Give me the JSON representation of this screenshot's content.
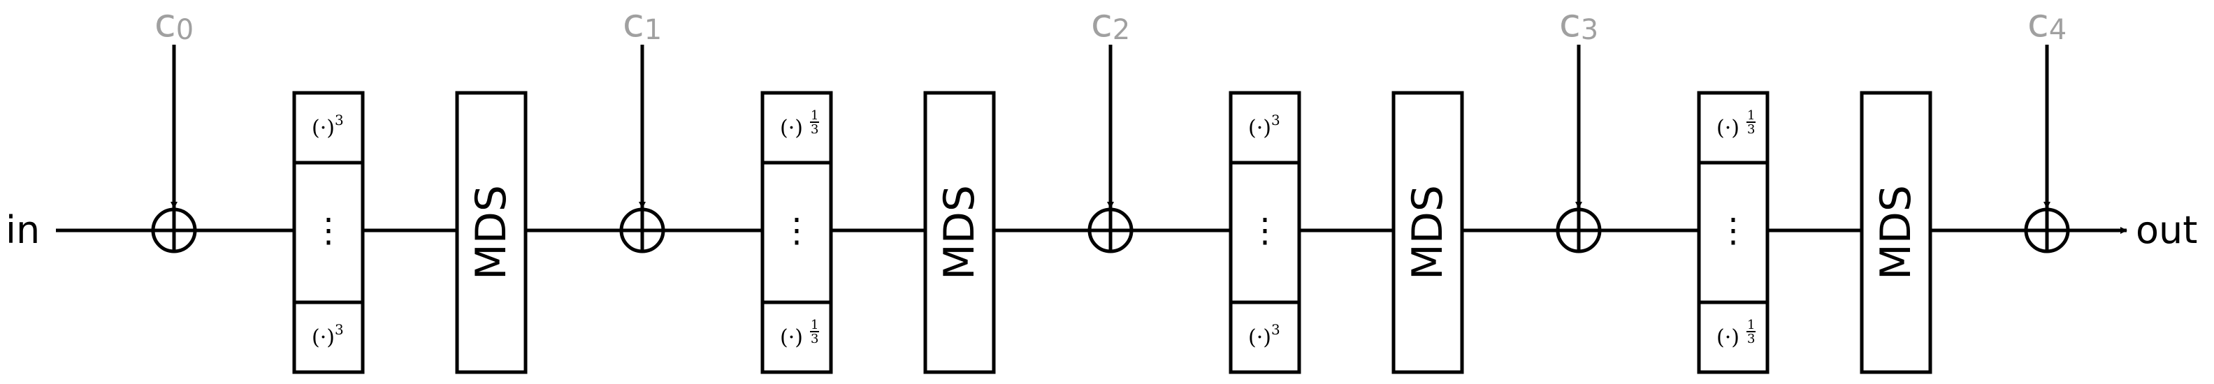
{
  "io": {
    "input_label": "in",
    "output_label": "out"
  },
  "constant_color": "#a0a0a0",
  "constants": [
    {
      "letter": "c",
      "index": "0"
    },
    {
      "letter": "c",
      "index": "1"
    },
    {
      "letter": "c",
      "index": "2"
    },
    {
      "letter": "c",
      "index": "3"
    },
    {
      "letter": "c",
      "index": "4"
    }
  ],
  "rounds": [
    {
      "sbox": {
        "base": "(·)",
        "exp": "3",
        "exp_type": "integer",
        "ellipsis": "⋮"
      },
      "mds_label": "MDS"
    },
    {
      "sbox": {
        "base": "(·)",
        "exp_num": "1",
        "exp_den": "3",
        "exp_type": "fraction",
        "ellipsis": "⋮"
      },
      "mds_label": "MDS"
    },
    {
      "sbox": {
        "base": "(·)",
        "exp": "3",
        "exp_type": "integer",
        "ellipsis": "⋮"
      },
      "mds_label": "MDS"
    },
    {
      "sbox": {
        "base": "(·)",
        "exp_num": "1",
        "exp_den": "3",
        "exp_type": "fraction",
        "ellipsis": "⋮"
      },
      "mds_label": "MDS"
    }
  ]
}
